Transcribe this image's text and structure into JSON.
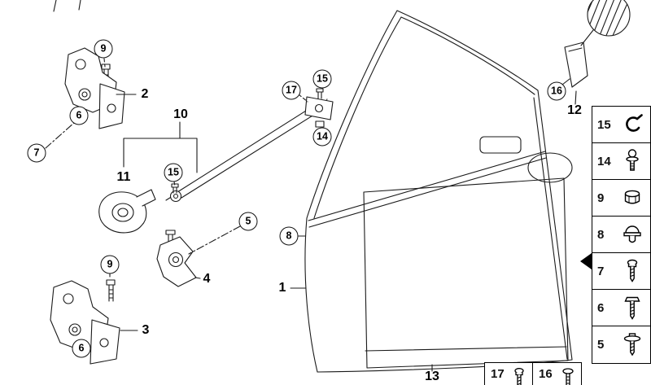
{
  "page": {
    "background_color": "#ffffff",
    "line_color": "#1a1a1a"
  },
  "diagram": {
    "description": "Exploded parts diagram: front door with hinges, door brake, door catch, door panel and mirror triangle",
    "callouts": [
      {
        "label": "9",
        "style": "circled"
      },
      {
        "label": "2",
        "style": "plain"
      },
      {
        "label": "6",
        "style": "circled"
      },
      {
        "label": "7",
        "style": "circled"
      },
      {
        "label": "10",
        "style": "plain"
      },
      {
        "label": "17",
        "style": "circled"
      },
      {
        "label": "15",
        "style": "circled"
      },
      {
        "label": "14",
        "style": "circled"
      },
      {
        "label": "15",
        "style": "circled"
      },
      {
        "label": "11",
        "style": "plain"
      },
      {
        "label": "5",
        "style": "circled"
      },
      {
        "label": "4",
        "style": "plain"
      },
      {
        "label": "9",
        "style": "circled"
      },
      {
        "label": "3",
        "style": "plain"
      },
      {
        "label": "6",
        "style": "circled"
      },
      {
        "label": "8",
        "style": "circled"
      },
      {
        "label": "1",
        "style": "plain"
      },
      {
        "label": "13",
        "style": "plain"
      },
      {
        "label": "16",
        "style": "circled"
      },
      {
        "label": "12",
        "style": "plain"
      }
    ]
  },
  "legend": {
    "items": [
      {
        "number": "15",
        "icon": "retaining-clip-icon"
      },
      {
        "number": "14",
        "icon": "ball-stud-icon"
      },
      {
        "number": "9",
        "icon": "nut-icon"
      },
      {
        "number": "8",
        "icon": "grommet-icon"
      },
      {
        "number": "7",
        "icon": "screw-icon"
      },
      {
        "number": "6",
        "icon": "hex-bolt-icon"
      },
      {
        "number": "5",
        "icon": "washer-screw-icon"
      }
    ]
  },
  "footer_legend": {
    "items": [
      {
        "number": "17",
        "icon": "screw-icon"
      },
      {
        "number": "16",
        "icon": "pin-icon"
      }
    ]
  }
}
